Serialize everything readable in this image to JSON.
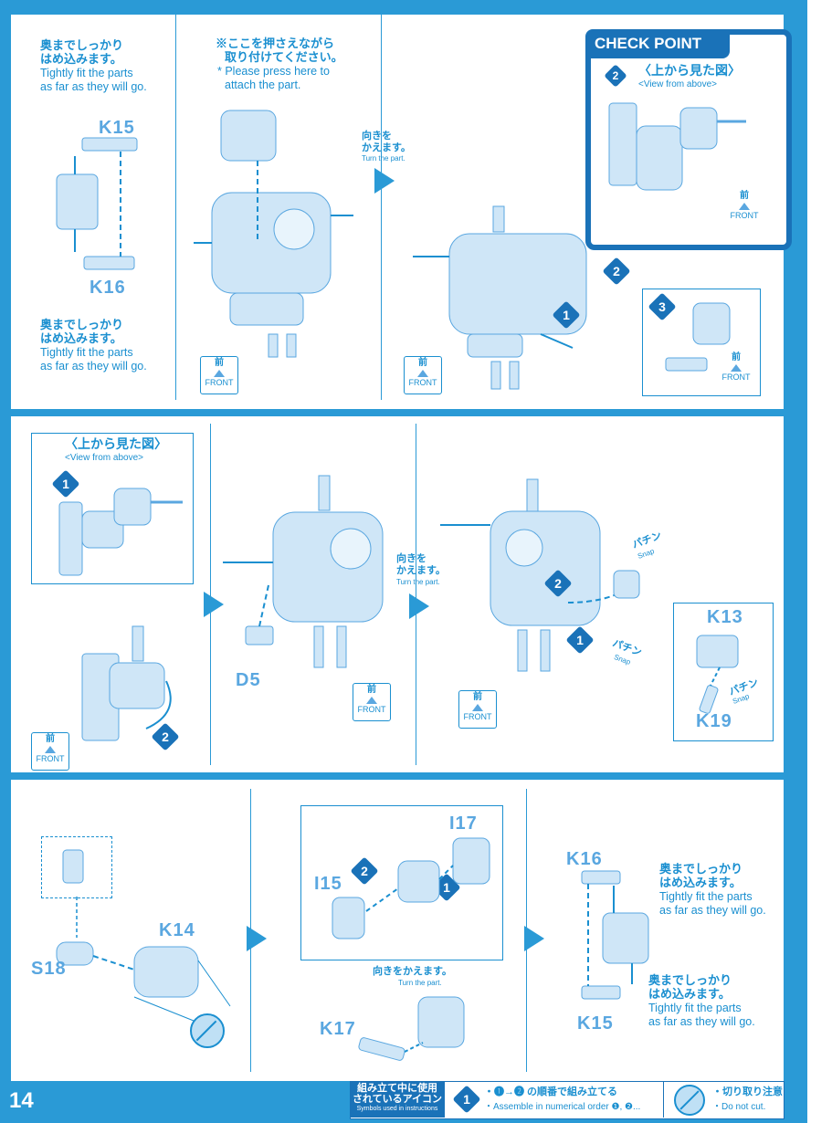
{
  "page_number": "14",
  "tight_fit": {
    "jp_line1": "奥までしっかり",
    "jp_line2": "はめ込みます。",
    "en_line1": "Tightly fit the parts",
    "en_line2": "as far as they will go."
  },
  "press_here": {
    "jp_line1": "※ここを押さえながら",
    "jp_line2": "取り付けてください。",
    "en_line1": "* Please press here to",
    "en_line2": "attach the part."
  },
  "turn_part": {
    "jp_line1": "向きを",
    "jp_line2": "かえます。",
    "en": "Turn the part.",
    "jp_single": "向きをかえます。"
  },
  "front": {
    "jp": "前",
    "en": "FRONT"
  },
  "check_point": {
    "title": "CHECK POINT",
    "view_jp": "〈上から見た図〉",
    "view_en": "<View from above>"
  },
  "view_above": {
    "jp": "〈上から見た図〉",
    "en": "<View from above>"
  },
  "snap": {
    "jp": "パチン",
    "en": "Snap"
  },
  "parts": {
    "k15": "K15",
    "k16": "K16",
    "k13": "K13",
    "k19": "K19",
    "k14": "K14",
    "k17": "K17",
    "d5": "D5",
    "s18": "S18",
    "i15": "I15",
    "i17": "I17"
  },
  "steps": {
    "one": "1",
    "two": "2",
    "three": "3"
  },
  "footer": {
    "symbols_jp_line1": "組み立て中に使用",
    "symbols_jp_line2": "されているアイコン",
    "symbols_en": "Symbols used in instructions",
    "order_jp": "・❶→❷ の順番で組み立てる",
    "order_en": "・Assemble in numerical order ❶, ❷...",
    "nocut_jp": "・切り取り注意",
    "nocut_en": "・Do not cut."
  },
  "colors": {
    "accent": "#2a9ad6",
    "dark": "#1a72b8",
    "part": "#cfe6f7"
  }
}
